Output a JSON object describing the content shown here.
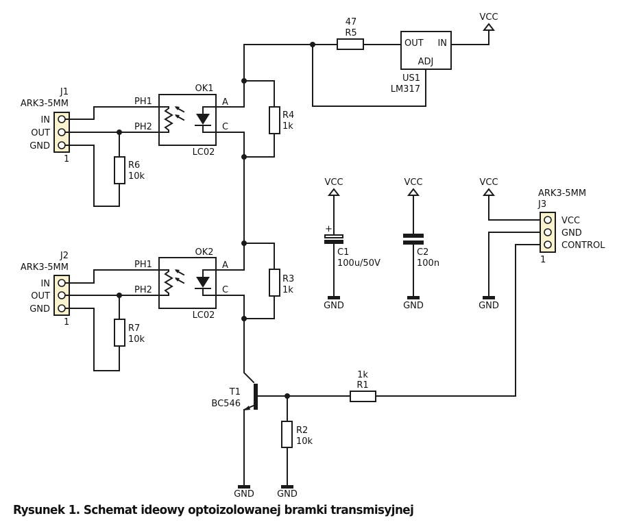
{
  "caption": "Rysunek 1. Schemat ideowy optoizolowanej bramki transmisyjnej",
  "components": {
    "j1": {
      "ref": "J1",
      "type": "ARK3-5MM",
      "pins": [
        "IN",
        "OUT",
        "GND"
      ],
      "pin1_label": "1"
    },
    "j2": {
      "ref": "J2",
      "type": "ARK3-5MM",
      "pins": [
        "IN",
        "OUT",
        "GND"
      ],
      "pin1_label": "1"
    },
    "j3": {
      "ref": "J3",
      "type": "ARK3-5MM",
      "pins": [
        "VCC",
        "GND",
        "CONTROL"
      ],
      "pin1_label": "1"
    },
    "ok1": {
      "ref": "OK1",
      "part": "LC02",
      "pin_ph1": "PH1",
      "pin_ph2": "PH2",
      "pin_a": "A",
      "pin_c": "C"
    },
    "ok2": {
      "ref": "OK2",
      "part": "LC02",
      "pin_ph1": "PH1",
      "pin_ph2": "PH2",
      "pin_a": "A",
      "pin_c": "C"
    },
    "us1": {
      "ref": "US1",
      "part": "LM317",
      "pin_out": "OUT",
      "pin_in": "IN",
      "pin_adj": "ADJ"
    },
    "r1": {
      "ref": "R1",
      "value": "1k"
    },
    "r2": {
      "ref": "R2",
      "value": "10k"
    },
    "r3": {
      "ref": "R3",
      "value": "1k"
    },
    "r4": {
      "ref": "R4",
      "value": "1k"
    },
    "r5": {
      "ref": "R5",
      "value": "47"
    },
    "r6": {
      "ref": "R6",
      "value": "10k"
    },
    "r7": {
      "ref": "R7",
      "value": "10k"
    },
    "c1": {
      "ref": "C1",
      "value": "100u/50V",
      "polarity": "+"
    },
    "c2": {
      "ref": "C2",
      "value": "100n"
    },
    "t1": {
      "ref": "T1",
      "part": "BC546"
    }
  },
  "nets": {
    "vcc": "VCC",
    "gnd": "GND"
  },
  "colors": {
    "wire": "#1a1a1a",
    "connector_fill": "#fbf3cf",
    "background": "#ffffff"
  }
}
